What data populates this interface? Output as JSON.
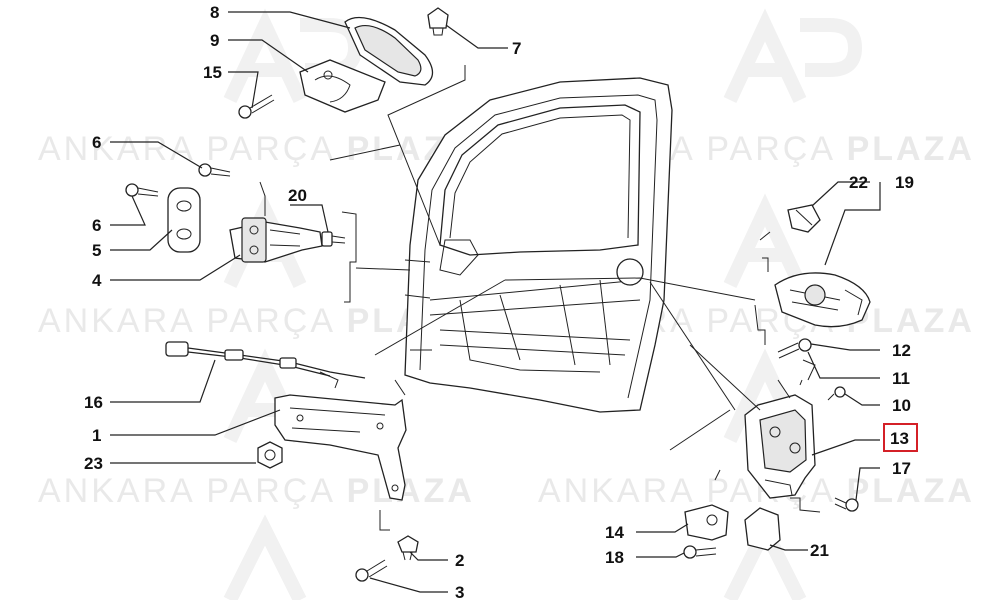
{
  "watermark": {
    "word1": "ANKARA",
    "word2": "PARÇA",
    "word3": "PLAZA"
  },
  "highlight": {
    "callout": "13",
    "color": "#d42027"
  },
  "callouts": {
    "c1": "1",
    "c2": "2",
    "c3": "3",
    "c4": "4",
    "c5": "5",
    "c6a": "6",
    "c6b": "6",
    "c7": "7",
    "c8": "8",
    "c9": "9",
    "c10": "10",
    "c11": "11",
    "c12": "12",
    "c13": "13",
    "c14": "14",
    "c15": "15",
    "c16": "16",
    "c17": "17",
    "c18": "18",
    "c19": "19",
    "c20": "20",
    "c21": "21",
    "c22": "22",
    "c23": "23"
  }
}
